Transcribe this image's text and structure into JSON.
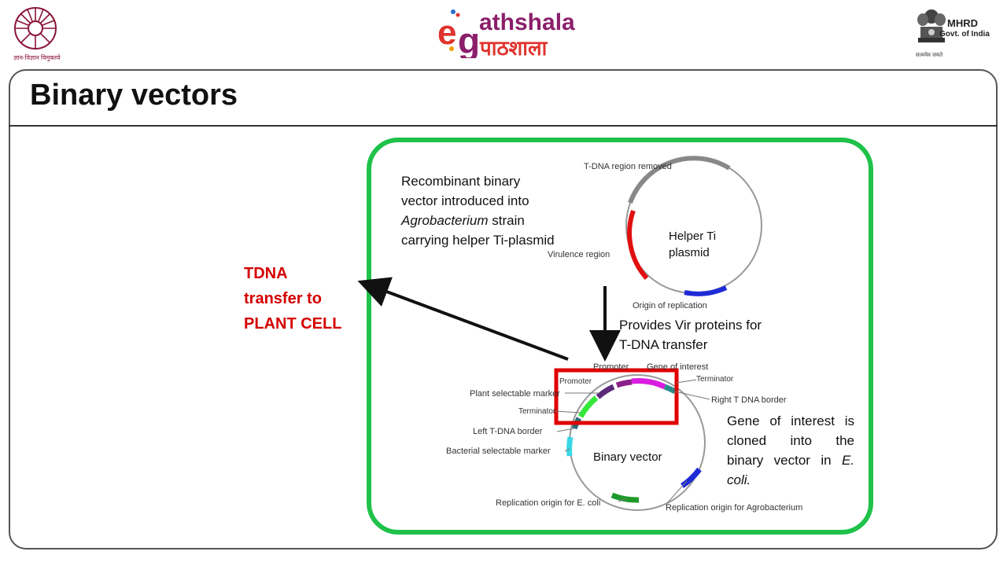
{
  "header": {
    "left_logo_caption": "ज्ञान-विज्ञान विमुक्तये",
    "center_logo_en": "athshala",
    "center_logo_hi": "पाठशाला",
    "right_logo_title": "MHRD",
    "right_logo_sub": "Govt. of India",
    "emblem_motto": "सत्यमेव जयते"
  },
  "slide": {
    "title": "Binary vectors"
  },
  "side_note": {
    "line1": "TDNA",
    "line2": "transfer to",
    "line3": "PLANT CELL"
  },
  "diagram": {
    "intro": {
      "line1": "Recombinant binary",
      "line2": "vector introduced into",
      "line3_italic": "Agrobacterium",
      "line3_rest": " strain",
      "line4": "carrying helper Ti-plasmid"
    },
    "helper": {
      "name_line1": "Helper Ti",
      "name_line2": "plasmid",
      "tdna_removed": "T-DNA region removed",
      "virulence": "Virulence region",
      "origin": "Origin of replication"
    },
    "provides": {
      "line1": "Provides Vir proteins for",
      "line2": "T-DNA transfer"
    },
    "binary": {
      "name": "Binary vector",
      "promoter_top": "Promoter",
      "gene_of_interest": "Gene of interest",
      "terminator_right": "Terminator",
      "right_border": "Right T DNA border",
      "promoter_left": "Promoter",
      "plant_marker": "Plant selectable marker",
      "terminator_left": "Terminator",
      "left_border": "Left T-DNA border",
      "bacterial_marker": "Bacterial selectable marker",
      "ori_ecoli": "Replication origin for E. coli",
      "ori_agro": "Replication origin for Agrobacterium"
    },
    "gene_note": {
      "line1": "Gene of interest is",
      "line2": "cloned into the",
      "line3_prefix": "binary vector in ",
      "line3_italic": "E.",
      "line4_italic": "coli."
    }
  },
  "colors": {
    "green_border": "#1fc24a",
    "red_highlight": "#e00000",
    "red_text": "#d40000"
  }
}
